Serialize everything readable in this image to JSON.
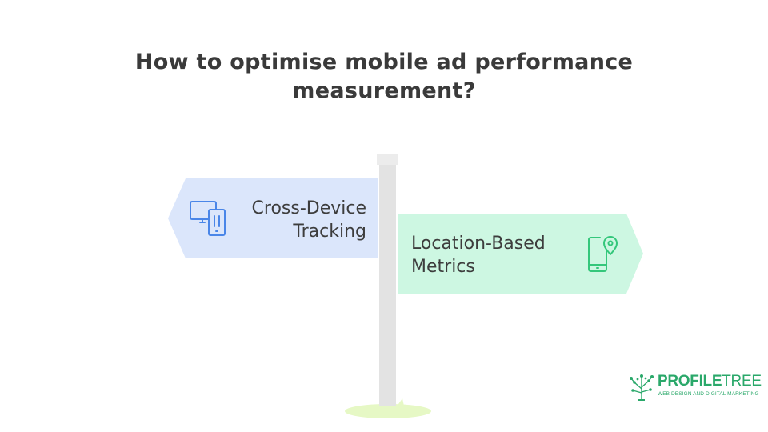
{
  "title": {
    "line1": "How to optimise mobile ad performance",
    "line2": "measurement?"
  },
  "signs": [
    {
      "label_line1": "Cross-Device",
      "label_line2": "Tracking",
      "direction": "left",
      "color": "#dbe6fb",
      "icon": "devices-icon",
      "icon_color": "#4a86e8"
    },
    {
      "label_line1": "Location-Based",
      "label_line2": "Metrics",
      "direction": "right",
      "color": "#cdf7e2",
      "icon": "phone-location-icon",
      "icon_color": "#34c77b"
    }
  ],
  "logo": {
    "name_bold": "PROFILE",
    "name_light": "TREE",
    "tagline": "WEB DESIGN AND DIGITAL MARKETING",
    "color": "#2aa86a"
  }
}
